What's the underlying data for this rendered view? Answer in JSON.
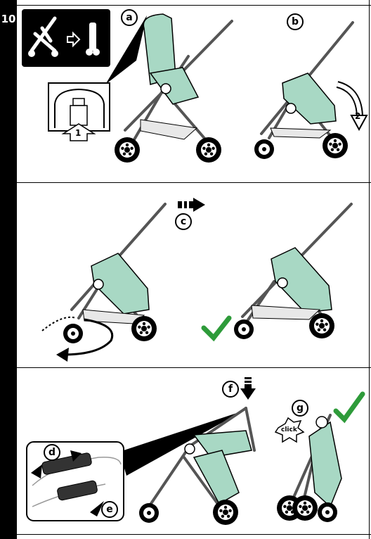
{
  "step_number": "10",
  "labels": {
    "a": "a",
    "b": "b",
    "c": "c",
    "d": "d",
    "e": "e",
    "f": "f",
    "g": "g"
  },
  "callouts": {
    "push_1": "1",
    "rotate_2": "2",
    "click": "click"
  },
  "colors": {
    "fabric": "#a8d8c4",
    "frame": "#555555",
    "check": "#2e9b3a",
    "ink": "#000000"
  },
  "icons": [
    "stroller-to-folded-icon",
    "check-icon",
    "arrow-right-icon",
    "arrow-down-icon"
  ]
}
